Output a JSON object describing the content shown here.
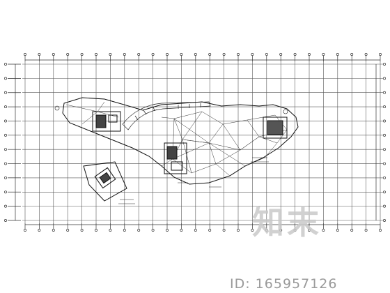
{
  "drawing": {
    "grid_columns": 26,
    "grid_rows": 12,
    "line_color": "#2a2a2a"
  },
  "watermark": {
    "brand": "知末",
    "id_text": "ID: 165957126"
  }
}
